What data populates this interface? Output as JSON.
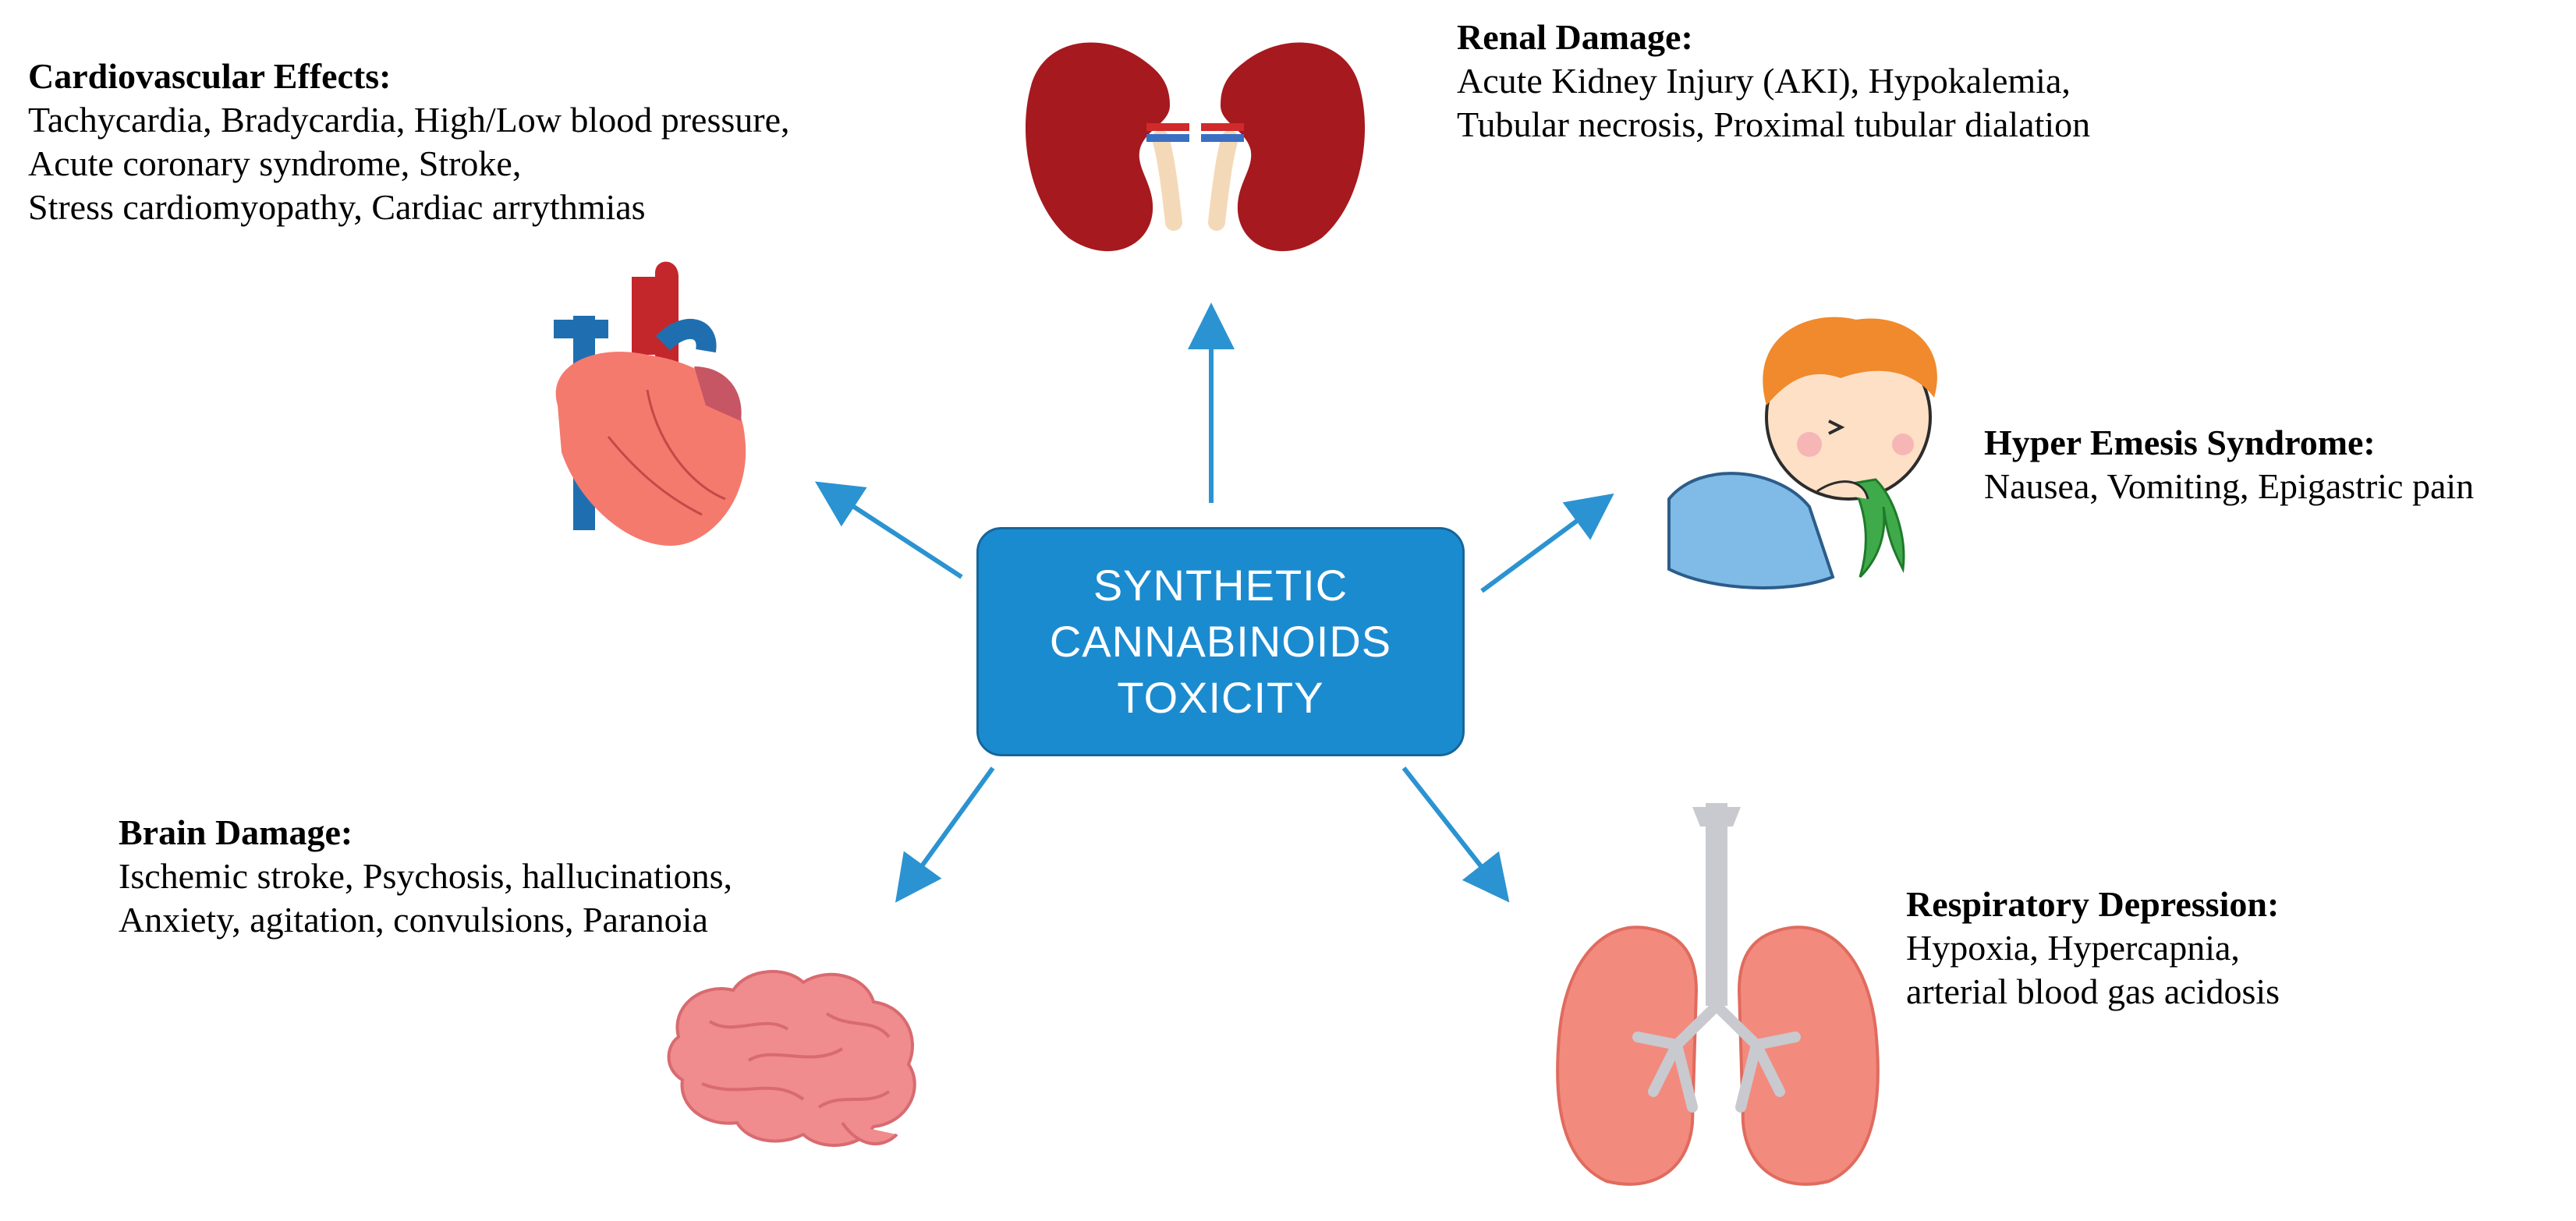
{
  "center": {
    "lines": [
      "SYNTHETIC",
      "CANNABINOIDS",
      "TOXICITY"
    ]
  },
  "effects": {
    "cardiovascular": {
      "title": "Cardiovascular Effects:",
      "lines": [
        "Tachycardia, Bradycardia, High/Low blood pressure,",
        "Acute coronary syndrome, Stroke,",
        "Stress cardiomyopathy, Cardiac arrythmias"
      ],
      "icon": "heart-icon"
    },
    "renal": {
      "title": "Renal Damage:",
      "lines": [
        "Acute Kidney Injury (AKI), Hypokalemia,",
        "Tubular necrosis, Proximal tubular dialation"
      ],
      "icon": "kidneys-icon"
    },
    "hyperemesis": {
      "title": "Hyper Emesis Syndrome:",
      "lines": [
        "Nausea, Vomiting, Epigastric pain"
      ],
      "icon": "vomiting-child-icon"
    },
    "brain": {
      "title": "Brain Damage:",
      "lines": [
        "Ischemic stroke, Psychosis, hallucinations,",
        "Anxiety, agitation, convulsions, Paranoia"
      ],
      "icon": "brain-icon"
    },
    "respiratory": {
      "title": "Respiratory Depression:",
      "lines": [
        "Hypoxia, Hypercapnia,",
        "arterial blood gas acidosis"
      ],
      "icon": "lungs-icon"
    }
  },
  "colors": {
    "center_fill": "#1b8bd0",
    "arrow": "#2b93d1",
    "kidney": "#a6191f",
    "heart": "#f47a6e",
    "brain": "#f08b8e",
    "lungs": "#f28b7d"
  }
}
